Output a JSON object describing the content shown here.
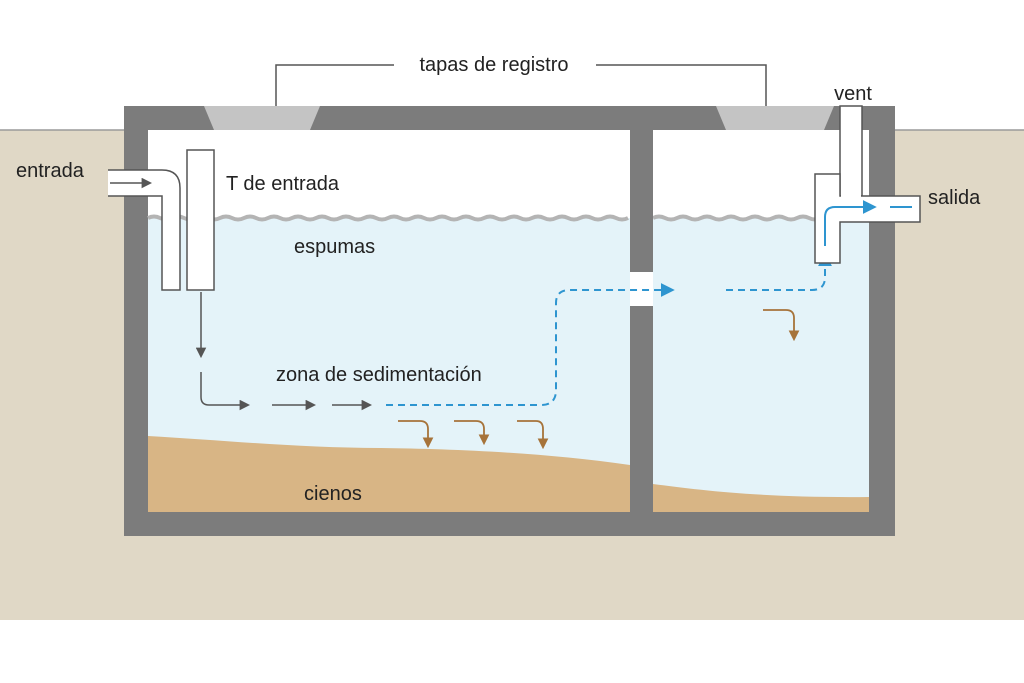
{
  "labels": {
    "manholes": "tapas de registro",
    "vent": "vent",
    "inlet": "entrada",
    "outlet": "salida",
    "inlet_tee": "T de entrada",
    "scum": "espumas",
    "settling_zone": "zona de sedimentación",
    "sludge": "cienos"
  },
  "colors": {
    "ground": "#e0d8c6",
    "concrete": "#7c7c7c",
    "water": "#e4f3f9",
    "sludge": "#d8b585",
    "flow_blue": "#2e95d0",
    "flow_gray": "#555555",
    "settle_arrow": "#a6733a",
    "lid": "#c4c4c4"
  },
  "icons": [
    "flow-arrow-icon",
    "settling-arrow-icon"
  ]
}
